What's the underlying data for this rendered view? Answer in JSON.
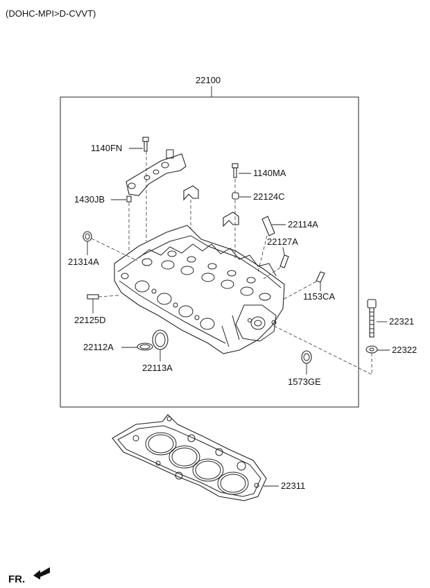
{
  "header": {
    "title": "(DOHC-MPI>D-CVVT)"
  },
  "assembly": {
    "number": "22100"
  },
  "labels": {
    "p1140FN": "1140FN",
    "p1140MA": "1140MA",
    "p22124C": "22124C",
    "p1430JB": "1430JB",
    "p22114A": "22114A",
    "p22127A": "22127A",
    "p21314A": "21314A",
    "p1153CA": "1153CA",
    "p22125D": "22125D",
    "p22321": "22321",
    "p22112A": "22112A",
    "p22113A": "22113A",
    "p22322": "22322",
    "p1573GE": "1573GE",
    "p22311": "22311"
  },
  "footer": {
    "direction": "FR."
  },
  "icons": {
    "direction_arrow": "front-arrow-icon"
  }
}
